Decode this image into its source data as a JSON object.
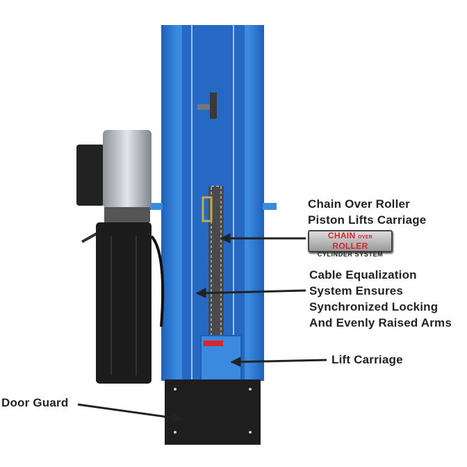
{
  "labels": {
    "chain_over_roller": [
      "Chain Over Roller",
      "Piston Lifts Carriage"
    ],
    "badge": {
      "top_left": "CHAIN",
      "top_mid": "OVER",
      "top_right": "ROLLER",
      "bottom": "CYLINDER SYSTEM"
    },
    "cable": [
      "Cable Equalization",
      "System Ensures",
      "Synchronized Locking",
      "And Evenly Raised Arms"
    ],
    "lift_carriage": "Lift Carriage",
    "door_guard": "Door Guard"
  },
  "colors": {
    "column_blue": "#2f7fd6",
    "badge_red": "#d8262c"
  }
}
